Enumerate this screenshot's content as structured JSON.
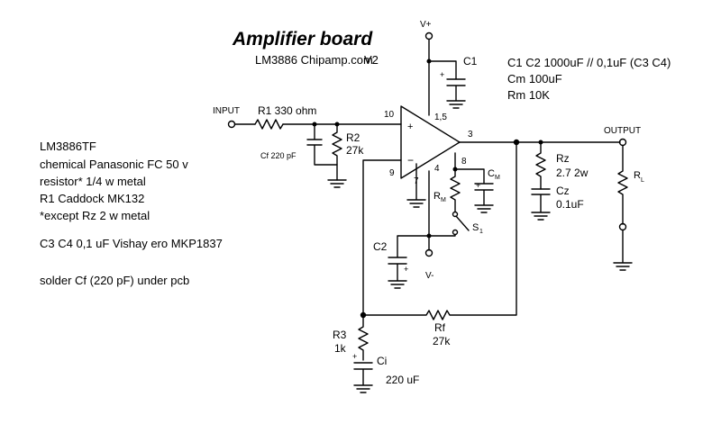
{
  "title": "Amplifier board",
  "subtitle": "LM3886 Chipamp.com",
  "version": "V2",
  "notes_right": [
    "C1 C2   1000uF // 0,1uF  (C3 C4)",
    "Cm 100uF",
    "Rm 10K"
  ],
  "notes_left": [
    "LM3886TF",
    "chemical Panasonic FC 50 v",
    "resistor* 1/4 w metal",
    "R1 Caddock MK132",
    "*except Rz 2 w metal",
    "",
    "C3 C4  0,1 uF Vishay ero MKP1837",
    "",
    "solder Cf (220 pF) under pcb"
  ],
  "labels": {
    "input": "INPUT",
    "output": "OUTPUT",
    "r1": "R1 330 ohm",
    "r2": "R2",
    "r2_val": "27k",
    "cf": "Cf 220 pF",
    "c1": "C1",
    "c2": "C2",
    "vplus": "V+",
    "vminus": "V-",
    "cm": "C",
    "cm_sub": "M",
    "rm": "R",
    "rm_sub": "M",
    "s1": "S",
    "s1_sub": "1",
    "rz": "Rz",
    "rz_val": "2.7 2w",
    "cz": "Cz",
    "cz_val": "0.1uF",
    "rl": "R",
    "rl_sub": "L",
    "rf": "Rf",
    "rf_val": "27k",
    "r3": "R3",
    "r3_val": "1k",
    "ci": "Ci",
    "ci_val": "220 uF",
    "pin10": "10",
    "pin15": "1,5",
    "pin3": "3",
    "pin9": "9",
    "pin4": "4",
    "pin8": "8",
    "pin7": "7",
    "plus": "+",
    "minus": "−"
  }
}
